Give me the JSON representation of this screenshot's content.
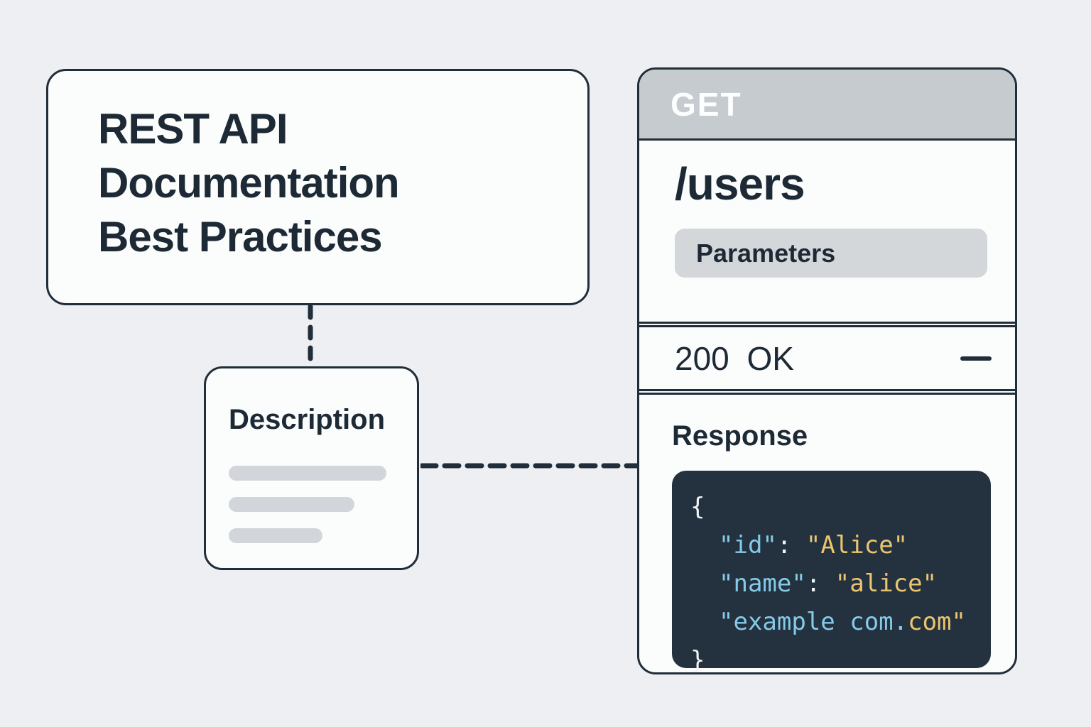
{
  "title_card": {
    "lines": [
      "REST API",
      "Documentation",
      "Best Practices"
    ]
  },
  "description_card": {
    "title": "Description",
    "bars": [
      222,
      177,
      132
    ]
  },
  "api_panel": {
    "method": "GET",
    "endpoint": "/users",
    "parameters_label": "Parameters",
    "status": {
      "code": "200 OK",
      "collapse_icon": "minus-icon"
    },
    "response": {
      "label": "Response",
      "code_lines": [
        {
          "indent": false,
          "tokens": [
            {
              "t": "{",
              "c": "punct"
            }
          ]
        },
        {
          "indent": true,
          "tokens": [
            {
              "t": "\"id\"",
              "c": "key"
            },
            {
              "t": ": ",
              "c": "punct"
            },
            {
              "t": "\"Alice\"",
              "c": "str"
            }
          ]
        },
        {
          "indent": true,
          "tokens": [
            {
              "t": "\"name\"",
              "c": "key"
            },
            {
              "t": ": ",
              "c": "punct"
            },
            {
              "t": "\"alice\"",
              "c": "str"
            }
          ]
        },
        {
          "indent": true,
          "tokens": [
            {
              "t": "\"example com.",
              "c": "key"
            },
            {
              "t": "com\"",
              "c": "str"
            }
          ]
        },
        {
          "indent": false,
          "tokens": [
            {
              "t": "}",
              "c": "punct"
            }
          ]
        }
      ]
    }
  },
  "colors": {
    "page_bg": "#edeff2",
    "ink": "#212e3a",
    "card_bg": "#fbfcfc",
    "method_header_bg": "#c6cbd0",
    "pill_bg": "#d3d7da",
    "skeleton_bar": "#d2d6da",
    "code_bg": "#243240",
    "code_key": "#85cbe8",
    "code_string": "#ecc66d",
    "code_punct": "#f2f5f6"
  }
}
